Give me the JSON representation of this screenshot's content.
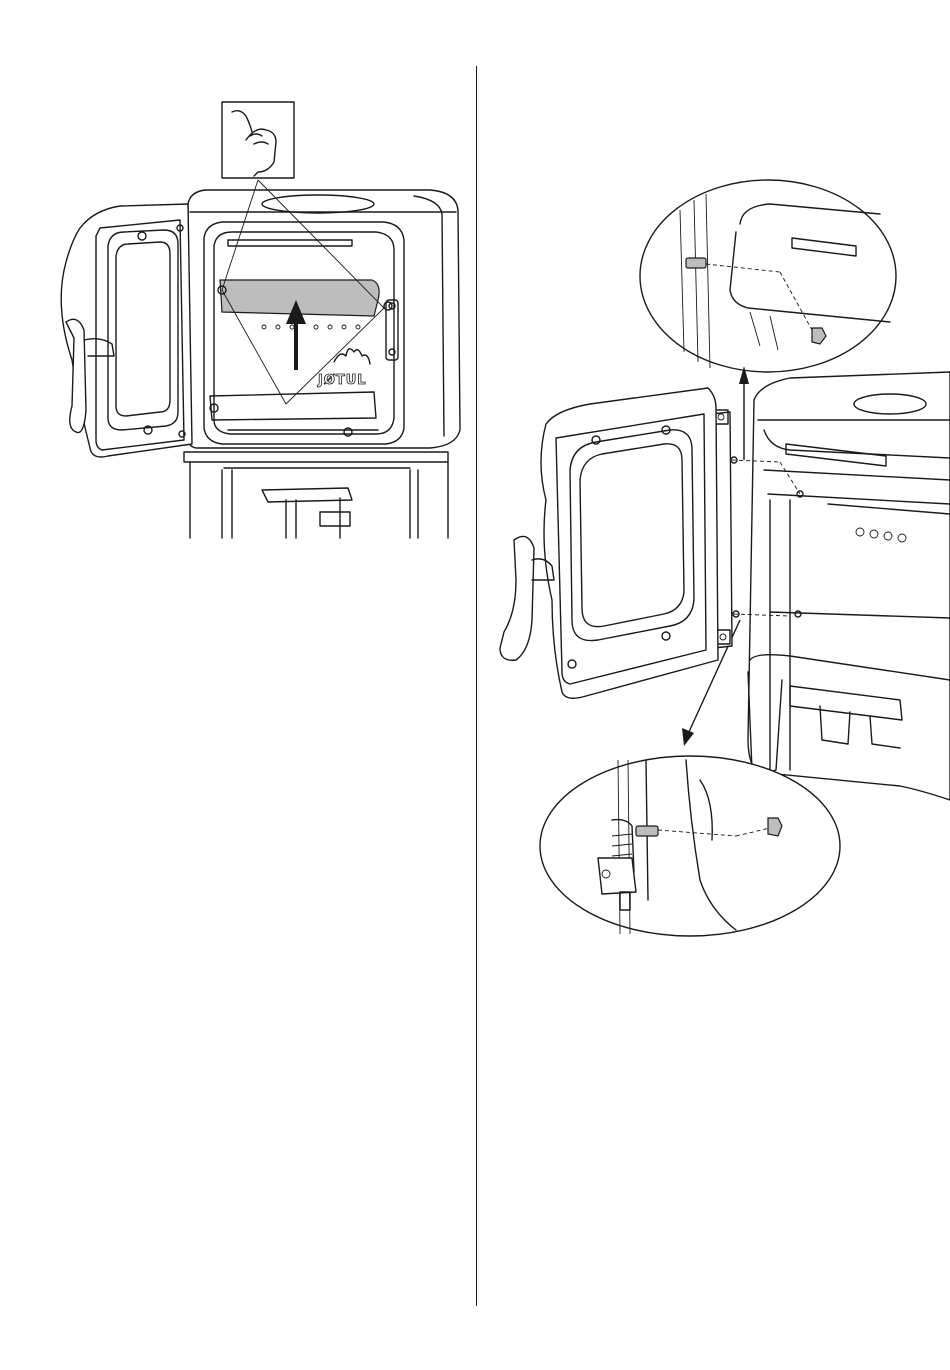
{
  "page": {
    "background": "#ffffff",
    "line_color": "#1a1a1a",
    "deflector_color": "#bdbdbd",
    "stove_logo_text": "JØTUL"
  },
  "figures": [
    {
      "id": "left",
      "icon": "hand-tool-icon",
      "shows": [
        "stove-door-open",
        "baffle-plate",
        "up-arrow"
      ]
    },
    {
      "id": "right",
      "shows": [
        "door-detached",
        "upper-hinge-detail",
        "lower-hinge-detail"
      ]
    }
  ]
}
